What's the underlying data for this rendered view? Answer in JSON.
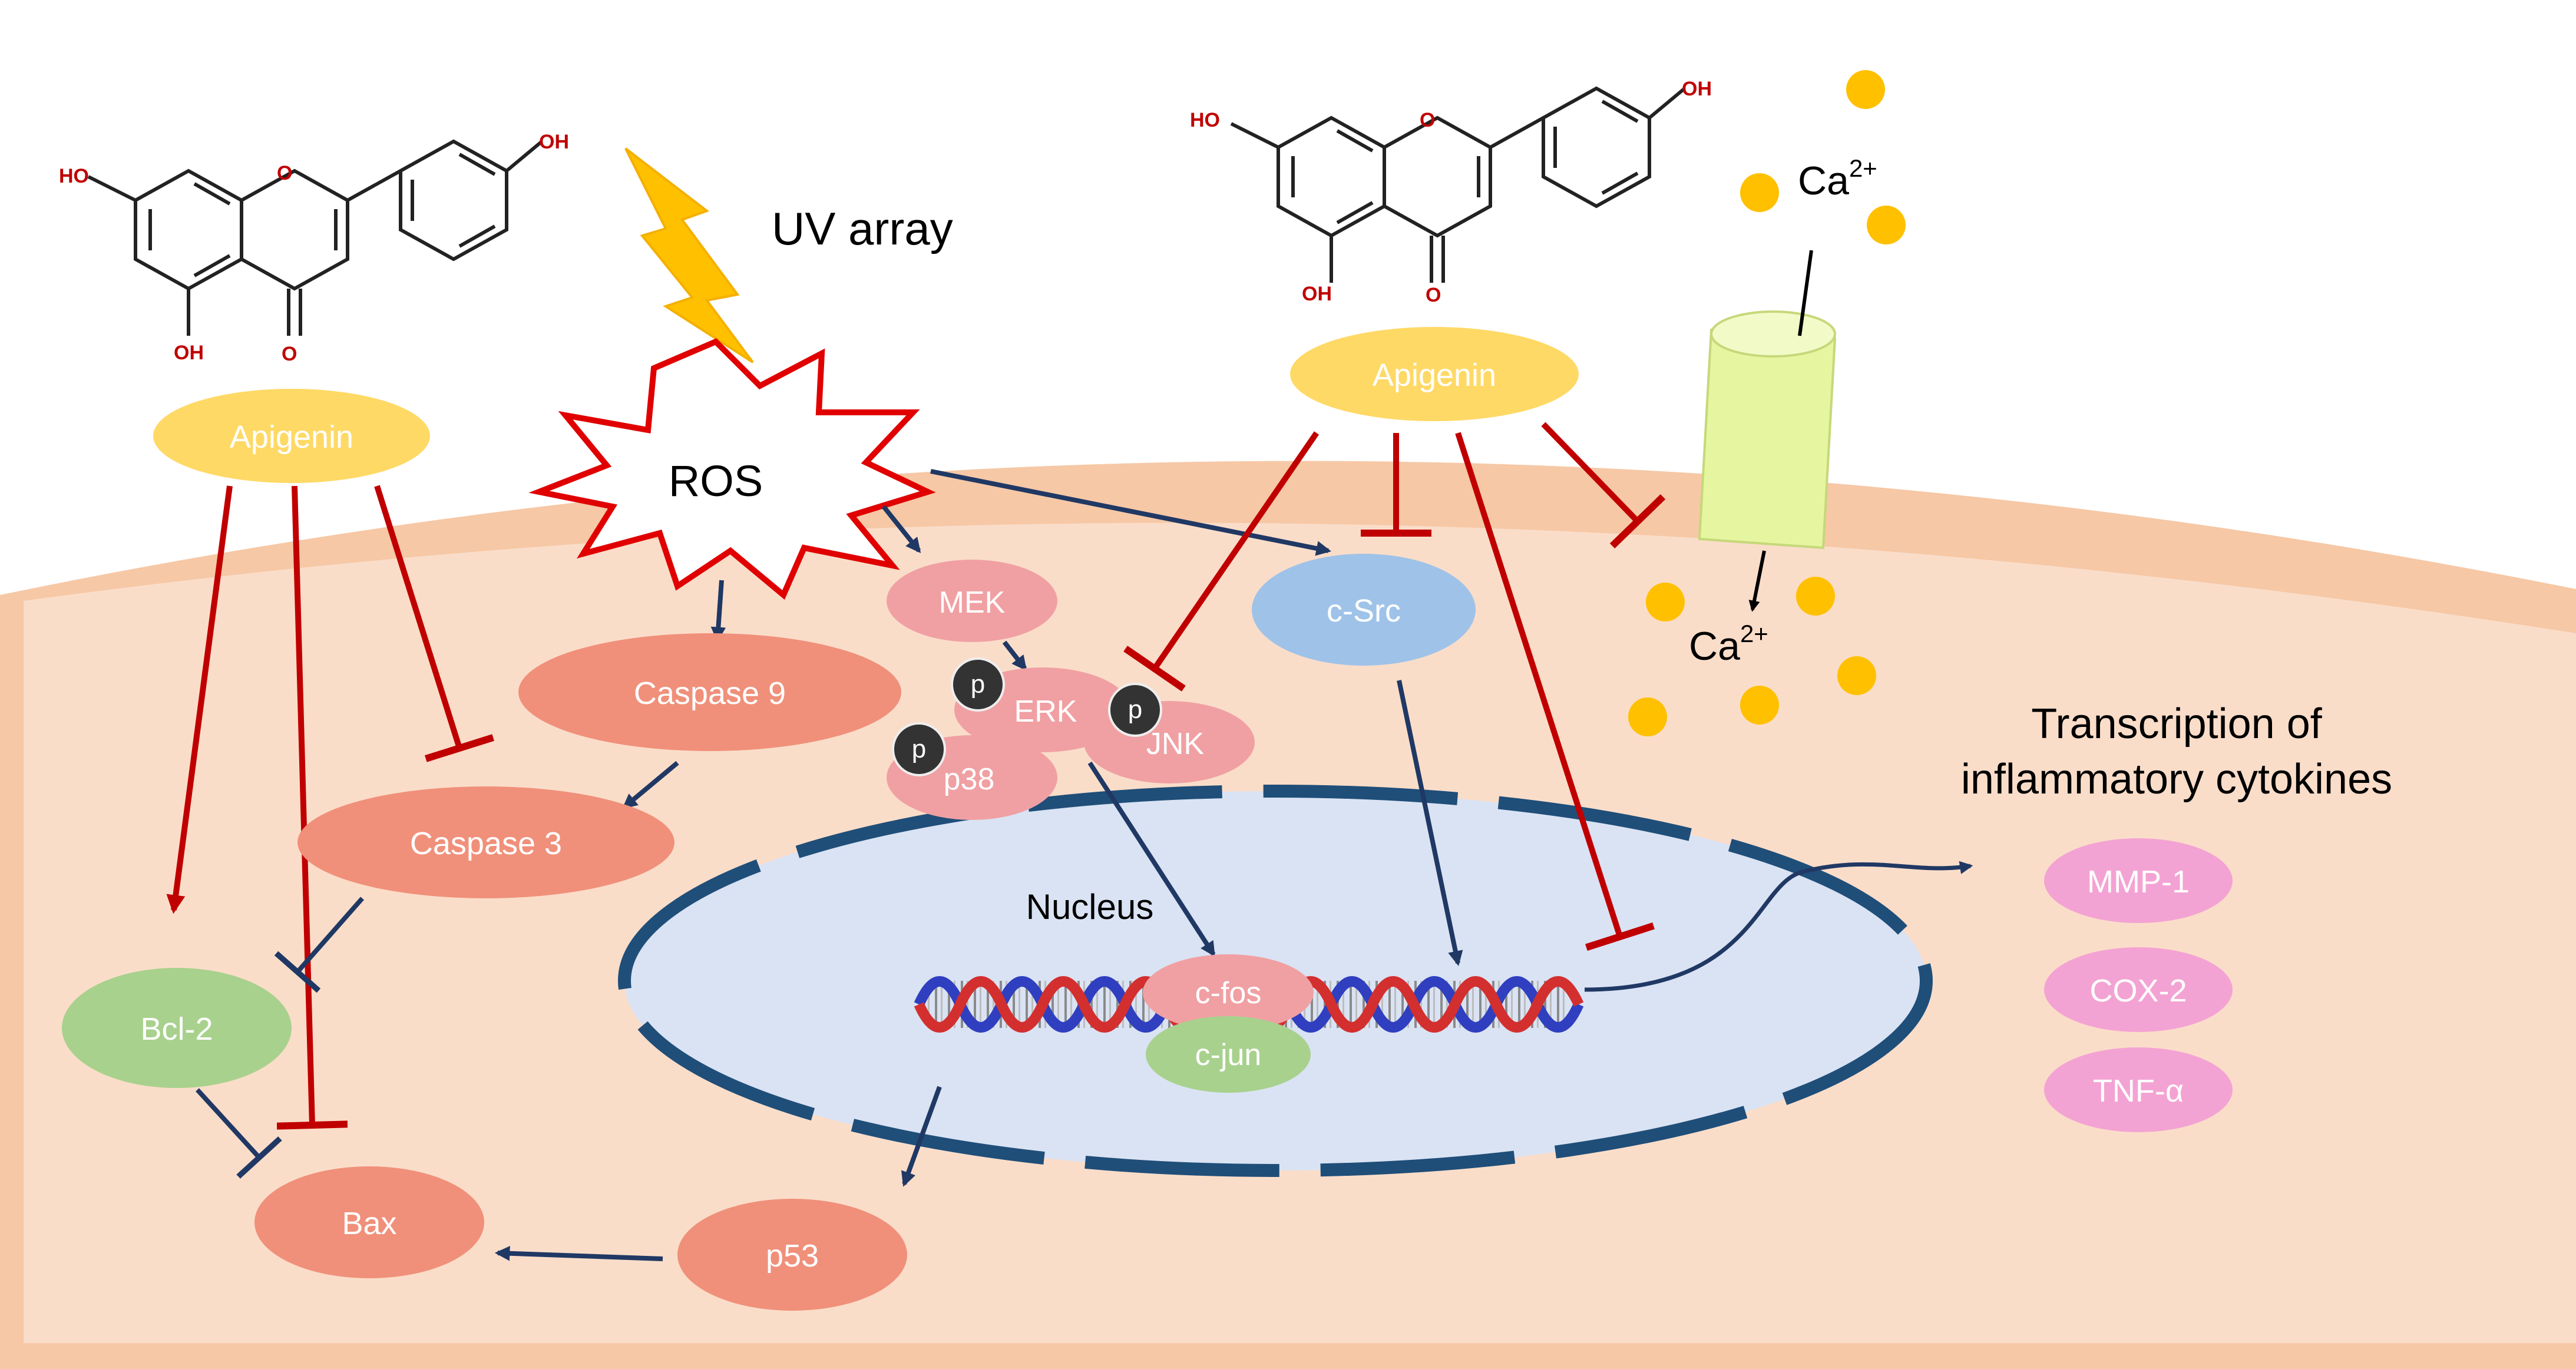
{
  "molecule_left": {
    "oh_top": "OH",
    "oh_left": "HO",
    "o_ring": "O",
    "oh_bottom": "OH",
    "o_carbonyl": "O"
  },
  "molecule_right": {
    "oh_top": "OH",
    "oh_left": "HO",
    "o_ring": "O",
    "oh_bottom": "OH",
    "o_carbonyl": "O"
  },
  "stimulus": {
    "uv": "UV array",
    "ros": "ROS"
  },
  "apigenin_left": "Apigenin",
  "apigenin_right": "Apigenin",
  "calcium": {
    "ion": "Ca",
    "charge": "2+"
  },
  "nodes": {
    "mek": "MEK",
    "erk": "ERK",
    "jnk": "JNK",
    "p38": "p38",
    "phospho": "p",
    "csrc": "c-Src",
    "caspase9": "Caspase 9",
    "caspase3": "Caspase 3",
    "bcl2": "Bcl-2",
    "bax": "Bax",
    "p53": "p53",
    "nucleus": "Nucleus",
    "cfos": "c-fos",
    "cjun": "c-jun"
  },
  "transcription": {
    "title_line1": "Transcription of",
    "title_line2": "inflammatory cytokines",
    "items": [
      "MMP-1",
      "COX-2",
      "TNF-α"
    ]
  },
  "colors": {
    "cytoplasm": "#FADDC9",
    "membrane": "#F6C8A6",
    "apigenin": "#FFD966",
    "salmon_node": "#F0907A",
    "mapk_node": "#F0A0A3",
    "csrc": "#9FC3E8",
    "green_node": "#A8D18D",
    "pink_node": "#F3A3D3",
    "nucleus_fill": "#DAE3F3",
    "nucleus_border": "#1F4E79",
    "activation_red": "#C00000",
    "navy_arrow": "#203864",
    "calcium_dot": "#FFC000",
    "lightning": "#FFC000",
    "channel": "#E6F5A0"
  }
}
